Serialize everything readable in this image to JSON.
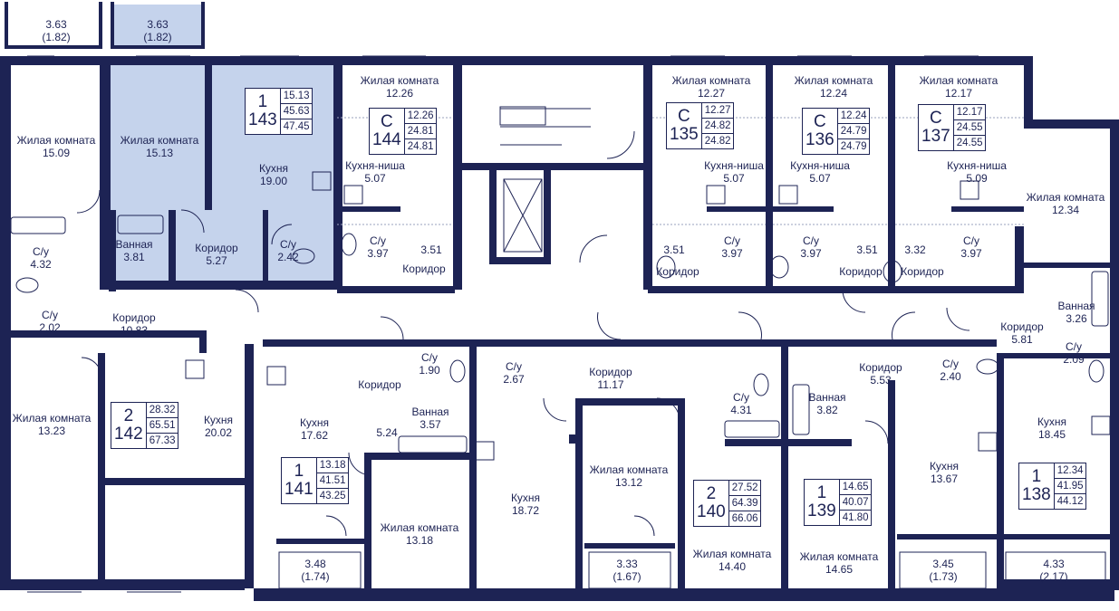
{
  "apartments": [
    {
      "rooms": "1",
      "number": "143",
      "areas": [
        "15.13",
        "45.63",
        "47.45"
      ]
    },
    {
      "rooms": "С",
      "number": "144",
      "areas": [
        "12.26",
        "24.81",
        "24.81"
      ]
    },
    {
      "rooms": "С",
      "number": "135",
      "areas": [
        "12.27",
        "24.82",
        "24.82"
      ]
    },
    {
      "rooms": "С",
      "number": "136",
      "areas": [
        "12.24",
        "24.79",
        "24.79"
      ]
    },
    {
      "rooms": "С",
      "number": "137",
      "areas": [
        "12.17",
        "24.55",
        "24.55"
      ]
    },
    {
      "rooms": "2",
      "number": "142",
      "areas": [
        "28.32",
        "65.51",
        "67.33"
      ]
    },
    {
      "rooms": "1",
      "number": "141",
      "areas": [
        "13.18",
        "41.51",
        "43.25"
      ]
    },
    {
      "rooms": "2",
      "number": "140",
      "areas": [
        "27.52",
        "64.39",
        "66.06"
      ]
    },
    {
      "rooms": "1",
      "number": "139",
      "areas": [
        "14.65",
        "40.07",
        "41.80"
      ]
    },
    {
      "rooms": "1",
      "number": "138",
      "areas": [
        "12.34",
        "41.95",
        "44.12"
      ]
    }
  ],
  "rooms": [
    {
      "name": "",
      "area": "3.63\n(1.82)"
    },
    {
      "name": "",
      "area": "3.63\n(1.82)"
    },
    {
      "name": "Жилая комната",
      "area": "15.09"
    },
    {
      "name": "Жилая комната",
      "area": "15.13"
    },
    {
      "name": "Кухня",
      "area": "19.00"
    },
    {
      "name": "Жилая комната",
      "area": "12.26"
    },
    {
      "name": "Кухня-ниша",
      "area": "5.07"
    },
    {
      "name": "Жилая комната",
      "area": "12.27"
    },
    {
      "name": "Кухня-ниша",
      "area": "5.07"
    },
    {
      "name": "Жилая комната",
      "area": "12.24"
    },
    {
      "name": "Кухня-ниша",
      "area": "5.07"
    },
    {
      "name": "Жилая комната",
      "area": "12.17"
    },
    {
      "name": "Кухня-ниша",
      "area": "5.09"
    },
    {
      "name": "Жилая комната",
      "area": "12.34"
    },
    {
      "name": "С/у",
      "area": "4.32"
    },
    {
      "name": "Ванная",
      "area": "3.81"
    },
    {
      "name": "Коридор",
      "area": "5.27"
    },
    {
      "name": "С/у",
      "area": "2.42"
    },
    {
      "name": "С/у",
      "area": "3.97"
    },
    {
      "name": "",
      "area": "3.51"
    },
    {
      "name": "Коридор",
      "area": ""
    },
    {
      "name": "",
      "area": "3.51"
    },
    {
      "name": "Коридор",
      "area": ""
    },
    {
      "name": "С/у",
      "area": "3.97"
    },
    {
      "name": "С/у",
      "area": "3.97"
    },
    {
      "name": "",
      "area": "3.51"
    },
    {
      "name": "Коридор",
      "area": ""
    },
    {
      "name": "",
      "area": "3.32"
    },
    {
      "name": "Коридор",
      "area": ""
    },
    {
      "name": "С/у",
      "area": "3.97"
    },
    {
      "name": "С/у",
      "area": "2.02"
    },
    {
      "name": "Коридор",
      "area": "10.83"
    },
    {
      "name": "Ванная",
      "area": "3.26"
    },
    {
      "name": "Коридор",
      "area": "5.81"
    },
    {
      "name": "С/у",
      "area": "2.09"
    },
    {
      "name": "С/у",
      "area": "1.90"
    },
    {
      "name": "Коридор",
      "area": ""
    },
    {
      "name": "",
      "area": "5.24"
    },
    {
      "name": "Ванная",
      "area": "3.57"
    },
    {
      "name": "С/у",
      "area": "2.67"
    },
    {
      "name": "Коридор",
      "area": "11.17"
    },
    {
      "name": "С/у",
      "area": "4.31"
    },
    {
      "name": "Ванная",
      "area": "3.82"
    },
    {
      "name": "Коридор",
      "area": "5.53"
    },
    {
      "name": "С/у",
      "area": "2.40"
    },
    {
      "name": "Жилая комната",
      "area": "13.23"
    },
    {
      "name": "Кухня",
      "area": "20.02"
    },
    {
      "name": "Кухня",
      "area": "17.62"
    },
    {
      "name": "Жилая комната",
      "area": "13.18"
    },
    {
      "name": "Кухня",
      "area": "18.72"
    },
    {
      "name": "Жилая комната",
      "area": "13.12"
    },
    {
      "name": "Жилая комната",
      "area": "14.40"
    },
    {
      "name": "Жилая комната",
      "area": "14.65"
    },
    {
      "name": "Кухня",
      "area": "13.67"
    },
    {
      "name": "Кухня",
      "area": "18.45"
    },
    {
      "name": "",
      "area": "3.48\n(1.74)"
    },
    {
      "name": "",
      "area": "3.33\n(1.67)"
    },
    {
      "name": "",
      "area": "3.45\n(1.73)"
    },
    {
      "name": "",
      "area": "4.33\n(2.17)"
    }
  ],
  "colors": {
    "walls": "#1d2354",
    "highlight": "#c5d3ec"
  }
}
